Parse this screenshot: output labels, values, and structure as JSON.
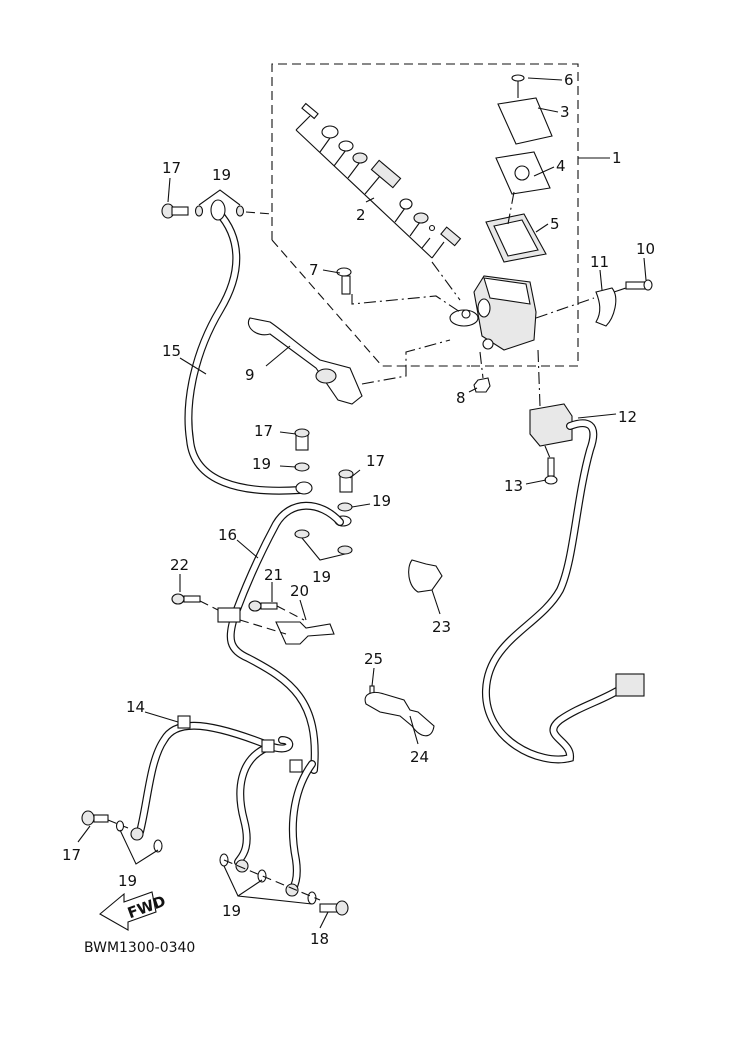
{
  "diagram": {
    "title": "Front master cylinder / brake hose exploded view",
    "code": "BWM1300-0340",
    "fwd_label": "FWD",
    "labels": [
      {
        "id": "l1",
        "text": "1"
      },
      {
        "id": "l2",
        "text": "2"
      },
      {
        "id": "l3",
        "text": "3"
      },
      {
        "id": "l4",
        "text": "4"
      },
      {
        "id": "l5",
        "text": "5"
      },
      {
        "id": "l6",
        "text": "6"
      },
      {
        "id": "l7",
        "text": "7"
      },
      {
        "id": "l8",
        "text": "8"
      },
      {
        "id": "l9",
        "text": "9"
      },
      {
        "id": "l10",
        "text": "10"
      },
      {
        "id": "l11",
        "text": "11"
      },
      {
        "id": "l12",
        "text": "12"
      },
      {
        "id": "l13",
        "text": "13"
      },
      {
        "id": "l14",
        "text": "14"
      },
      {
        "id": "l15",
        "text": "15"
      },
      {
        "id": "l16",
        "text": "16"
      },
      {
        "id": "l17a",
        "text": "17"
      },
      {
        "id": "l17b",
        "text": "17"
      },
      {
        "id": "l17c",
        "text": "17"
      },
      {
        "id": "l17d",
        "text": "17"
      },
      {
        "id": "l18",
        "text": "18"
      },
      {
        "id": "l19a",
        "text": "19"
      },
      {
        "id": "l19b",
        "text": "19"
      },
      {
        "id": "l19c",
        "text": "19"
      },
      {
        "id": "l19d",
        "text": "19"
      },
      {
        "id": "l19e",
        "text": "19"
      },
      {
        "id": "l19f",
        "text": "19"
      },
      {
        "id": "l20",
        "text": "20"
      },
      {
        "id": "l21",
        "text": "21"
      },
      {
        "id": "l22",
        "text": "22"
      },
      {
        "id": "l23",
        "text": "23"
      },
      {
        "id": "l24",
        "text": "24"
      },
      {
        "id": "l25",
        "text": "25"
      }
    ]
  }
}
